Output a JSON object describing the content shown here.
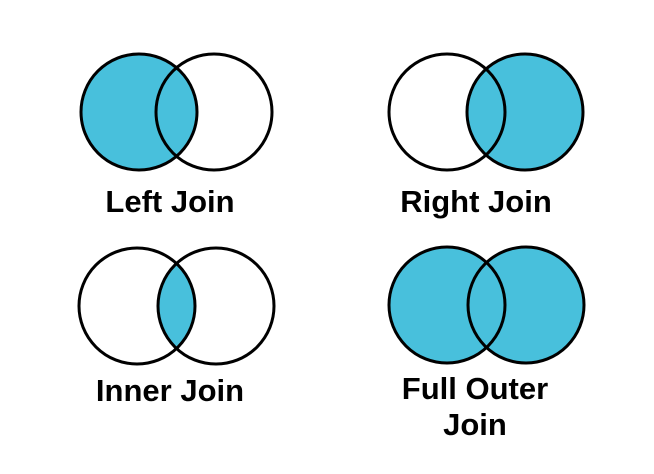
{
  "page": {
    "background_color": "#ffffff"
  },
  "colors": {
    "fill": "#48C0DC",
    "stroke": "#000000",
    "label_text": "#000000"
  },
  "diagrams": [
    {
      "id": "left-join",
      "label": "Left Join",
      "filled": "left"
    },
    {
      "id": "right-join",
      "label": "Right Join",
      "filled": "right"
    },
    {
      "id": "inner-join",
      "label": "Inner Join",
      "filled": "intersection"
    },
    {
      "id": "full-outer-join",
      "label": "Full Outer Join",
      "filled": "both"
    }
  ]
}
